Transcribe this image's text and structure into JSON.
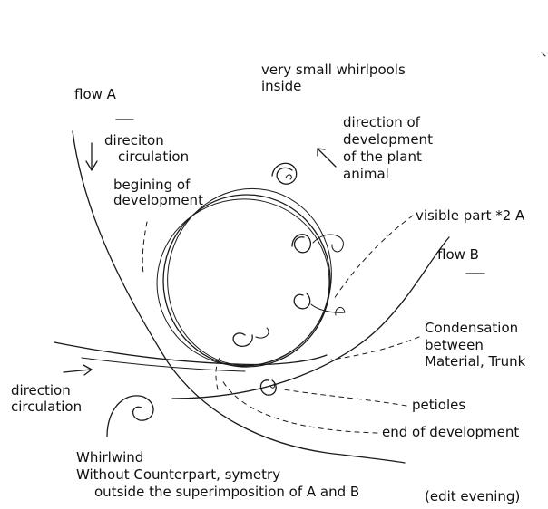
{
  "labels": {
    "flow_a": "flow A",
    "dir_circ_top_1": "direciton",
    "dir_circ_top_2": "circulation",
    "begin_dev_1": "begining of",
    "begin_dev_2": "development",
    "whirlpools_1": "very small whirlpools",
    "whirlpools_2": "inside",
    "dir_dev_1": "direction of",
    "dir_dev_2": "development",
    "dir_dev_3": "of the plant",
    "dir_dev_4": "animal",
    "visible_part": "visible part *2 A",
    "flow_b": "flow B",
    "condensation_1": "Condensation",
    "condensation_2": "between",
    "condensation_3": "Material, Trunk",
    "petioles": "petioles",
    "end_dev": "end of development",
    "dir_circ_left_1": "direction",
    "dir_circ_left_2": "circulation",
    "whirlwind_1": "Whirlwind",
    "whirlwind_2": "Without Counterpart, symetry",
    "whirlwind_3": "outside the superimposition of A and B",
    "edit_evening": "(edit evening)"
  }
}
